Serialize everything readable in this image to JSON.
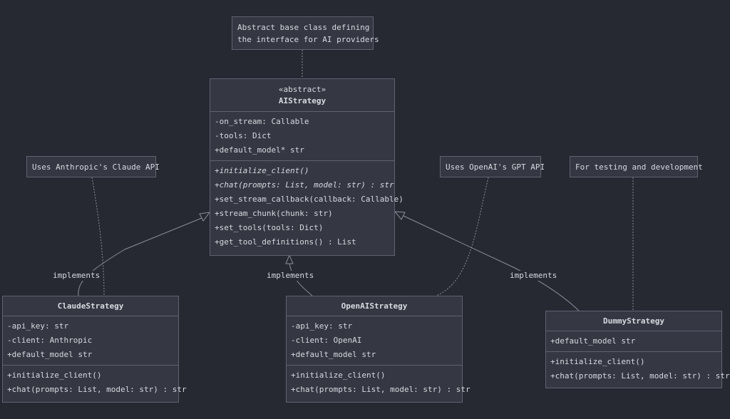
{
  "notes": {
    "base": "Abstract base class defining\nthe interface for AI providers",
    "claude": "Uses Anthropic's Claude API",
    "openai": "Uses OpenAI's GPT API",
    "dummy": "For testing and development"
  },
  "ai_strategy": {
    "stereotype": "«abstract»",
    "name": "AIStrategy",
    "fields": [
      "-on_stream: Callable",
      "-tools: Dict",
      "+default_model* str"
    ],
    "methods": [
      "+initialize_client()",
      "+chat(prompts: List, model: str) : str",
      "+set_stream_callback(callback: Callable)",
      "+stream_chunk(chunk: str)",
      "+set_tools(tools: Dict)",
      "+get_tool_definitions() : List"
    ]
  },
  "claude_strategy": {
    "name": "ClaudeStrategy",
    "fields": [
      "-api_key: str",
      "-client: Anthropic",
      "+default_model str"
    ],
    "methods": [
      "+initialize_client()",
      "+chat(prompts: List, model: str) : str"
    ]
  },
  "openai_strategy": {
    "name": "OpenAIStrategy",
    "fields": [
      "-api_key: str",
      "-client: OpenAI",
      "+default_model str"
    ],
    "methods": [
      "+initialize_client()",
      "+chat(prompts: List, model: str) : str"
    ]
  },
  "dummy_strategy": {
    "name": "DummyStrategy",
    "fields": [
      "+default_model str"
    ],
    "methods": [
      "+initialize_client()",
      "+chat(prompts: List, model: str) : str"
    ]
  },
  "relations": {
    "claude_label": "implements",
    "openai_label": "implements",
    "dummy_label": "implements"
  },
  "colors": {
    "background": "#272932",
    "box_fill": "#353843",
    "border": "#5f6270",
    "text": "#d7d9df",
    "line": "#8a8d99"
  }
}
